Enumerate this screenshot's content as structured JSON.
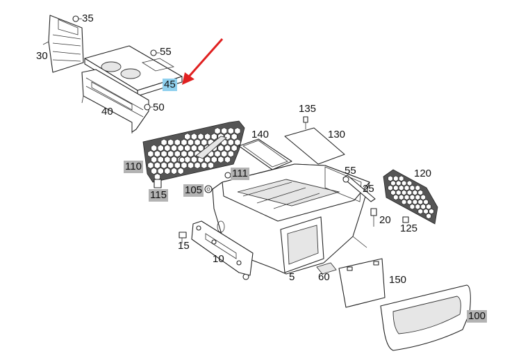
{
  "callouts": [
    {
      "id": "c35",
      "text": "35",
      "highlight": "none"
    },
    {
      "id": "c30",
      "text": "30",
      "highlight": "none"
    },
    {
      "id": "c55a",
      "text": "55",
      "highlight": "none"
    },
    {
      "id": "c45",
      "text": "45",
      "highlight": "blue"
    },
    {
      "id": "c40",
      "text": "40",
      "highlight": "none"
    },
    {
      "id": "c50",
      "text": "50",
      "highlight": "none"
    },
    {
      "id": "c135",
      "text": "135",
      "highlight": "none"
    },
    {
      "id": "c140",
      "text": "140",
      "highlight": "none"
    },
    {
      "id": "c130",
      "text": "130",
      "highlight": "none"
    },
    {
      "id": "c110",
      "text": "110",
      "highlight": "gray"
    },
    {
      "id": "c111",
      "text": "111",
      "highlight": "gray"
    },
    {
      "id": "c55b",
      "text": "55",
      "highlight": "none"
    },
    {
      "id": "c120",
      "text": "120",
      "highlight": "none"
    },
    {
      "id": "c25",
      "text": "25",
      "highlight": "none"
    },
    {
      "id": "c105",
      "text": "105",
      "highlight": "gray"
    },
    {
      "id": "c115",
      "text": "115",
      "highlight": "gray"
    },
    {
      "id": "c20",
      "text": "20",
      "highlight": "none"
    },
    {
      "id": "c125",
      "text": "125",
      "highlight": "none"
    },
    {
      "id": "c15",
      "text": "15",
      "highlight": "none"
    },
    {
      "id": "c10",
      "text": "10",
      "highlight": "none"
    },
    {
      "id": "c5",
      "text": "5",
      "highlight": "none"
    },
    {
      "id": "c60",
      "text": "60",
      "highlight": "none"
    },
    {
      "id": "c150",
      "text": "150",
      "highlight": "none"
    },
    {
      "id": "c100",
      "text": "100",
      "highlight": "gray"
    }
  ],
  "colors": {
    "highlight_gray": "#b3b3b3",
    "highlight_blue": "#8fd0ee",
    "arrow": "#e02020",
    "line": "#222222"
  }
}
